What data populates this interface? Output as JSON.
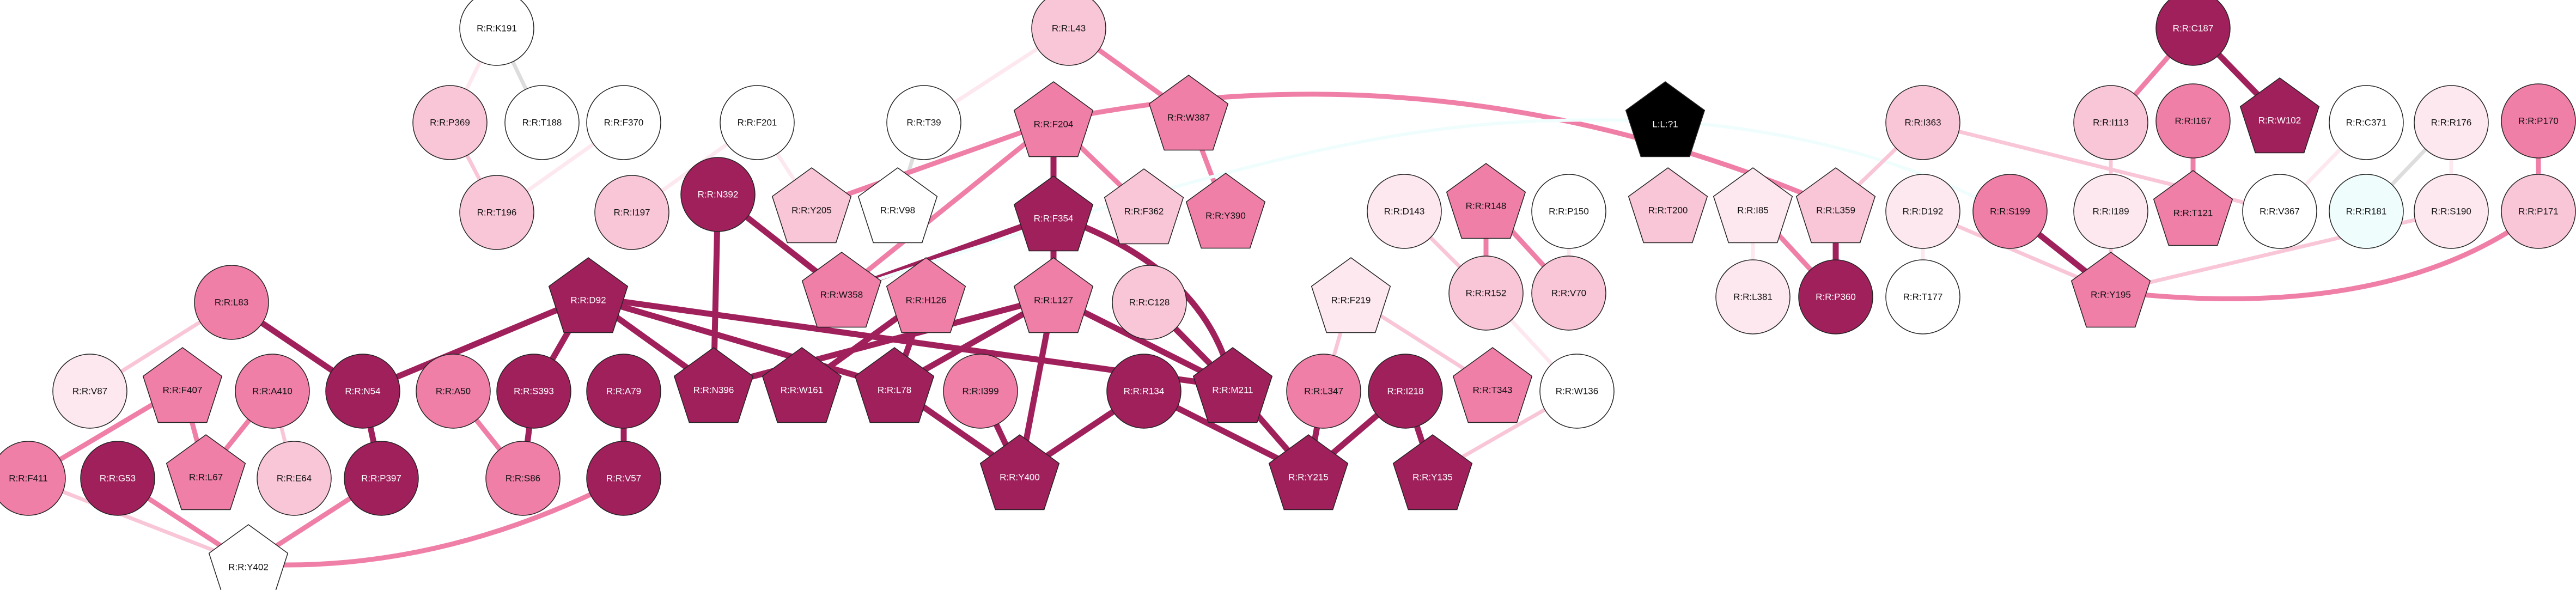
{
  "palette": {
    "c0": "#ffffff",
    "c1": "#fde8ef",
    "c2": "#f9c6d8",
    "c3": "#f07fa8",
    "c4": "#a0205c",
    "black": "#000000",
    "cyan": "#effdfd"
  },
  "nodes": [
    {
      "id": "K191",
      "label": "R:R:K191",
      "shape": "circle",
      "fill": "c0",
      "text": "dark"
    },
    {
      "id": "P369",
      "label": "R:R:P369",
      "shape": "circle",
      "fill": "c2",
      "text": "dark"
    },
    {
      "id": "T188",
      "label": "R:R:T188",
      "shape": "circle",
      "fill": "c0",
      "text": "dark"
    },
    {
      "id": "T196",
      "label": "R:R:T196",
      "shape": "circle",
      "fill": "c2",
      "text": "dark"
    },
    {
      "id": "F370",
      "label": "R:R:F370",
      "shape": "circle",
      "fill": "c0",
      "text": "dark"
    },
    {
      "id": "I197",
      "label": "R:R:I197",
      "shape": "circle",
      "fill": "c2",
      "text": "dark"
    },
    {
      "id": "F201",
      "label": "R:R:F201",
      "shape": "circle",
      "fill": "c0",
      "text": "dark"
    },
    {
      "id": "Y205",
      "label": "R:R:Y205",
      "shape": "pentagon",
      "fill": "c2",
      "text": "dark"
    },
    {
      "id": "N392",
      "label": "R:R:N392",
      "shape": "circle",
      "fill": "c4",
      "text": "light"
    },
    {
      "id": "T39",
      "label": "R:R:T39",
      "shape": "circle",
      "fill": "c0",
      "text": "dark"
    },
    {
      "id": "V98",
      "label": "R:R:V98",
      "shape": "pentagon",
      "fill": "c0",
      "text": "dark"
    },
    {
      "id": "L43",
      "label": "R:R:L43",
      "shape": "circle",
      "fill": "c2",
      "text": "dark"
    },
    {
      "id": "F204",
      "label": "R:R:F204",
      "shape": "pentagon",
      "fill": "c3",
      "text": "dark"
    },
    {
      "id": "W387",
      "label": "R:R:W387",
      "shape": "pentagon",
      "fill": "c3",
      "text": "dark"
    },
    {
      "id": "F354",
      "label": "R:R:F354",
      "shape": "pentagon",
      "fill": "c4",
      "text": "light"
    },
    {
      "id": "F362",
      "label": "R:R:F362",
      "shape": "pentagon",
      "fill": "c2",
      "text": "dark"
    },
    {
      "id": "Y390",
      "label": "R:R:Y390",
      "shape": "pentagon",
      "fill": "c3",
      "text": "dark"
    },
    {
      "id": "W358",
      "label": "R:R:W358",
      "shape": "pentagon",
      "fill": "c3",
      "text": "dark"
    },
    {
      "id": "LIG",
      "label": "L:L:?1",
      "shape": "pentagon",
      "fill": "black",
      "text": "light"
    },
    {
      "id": "D143",
      "label": "R:R:D143",
      "shape": "circle",
      "fill": "c1",
      "text": "dark"
    },
    {
      "id": "R148",
      "label": "R:R:R148",
      "shape": "pentagon",
      "fill": "c3",
      "text": "dark"
    },
    {
      "id": "P150",
      "label": "R:R:P150",
      "shape": "circle",
      "fill": "c0",
      "text": "dark"
    },
    {
      "id": "T200",
      "label": "R:R:T200",
      "shape": "pentagon",
      "fill": "c2",
      "text": "dark"
    },
    {
      "id": "I85",
      "label": "R:R:I85",
      "shape": "pentagon",
      "fill": "c1",
      "text": "dark"
    },
    {
      "id": "I363",
      "label": "R:R:I363",
      "shape": "circle",
      "fill": "c2",
      "text": "dark"
    },
    {
      "id": "L359",
      "label": "R:R:L359",
      "shape": "pentagon",
      "fill": "c2",
      "text": "dark"
    },
    {
      "id": "R152",
      "label": "R:R:R152",
      "shape": "circle",
      "fill": "c2",
      "text": "dark"
    },
    {
      "id": "V70",
      "label": "R:R:V70",
      "shape": "circle",
      "fill": "c2",
      "text": "dark"
    },
    {
      "id": "L381",
      "label": "R:R:L381",
      "shape": "circle",
      "fill": "c1",
      "text": "dark"
    },
    {
      "id": "P360",
      "label": "R:R:P360",
      "shape": "circle",
      "fill": "c4",
      "text": "light"
    },
    {
      "id": "C187",
      "label": "R:R:C187",
      "shape": "circle",
      "fill": "c4",
      "text": "light"
    },
    {
      "id": "I113",
      "label": "R:R:I113",
      "shape": "circle",
      "fill": "c2",
      "text": "dark"
    },
    {
      "id": "I167",
      "label": "R:R:I167",
      "shape": "circle",
      "fill": "c3",
      "text": "dark"
    },
    {
      "id": "W102",
      "label": "R:R:W102",
      "shape": "pentagon",
      "fill": "c4",
      "text": "light"
    },
    {
      "id": "C371",
      "label": "R:R:C371",
      "shape": "circle",
      "fill": "c0",
      "text": "dark"
    },
    {
      "id": "R176",
      "label": "R:R:R176",
      "shape": "circle",
      "fill": "c1",
      "text": "dark"
    },
    {
      "id": "P170",
      "label": "R:R:P170",
      "shape": "circle",
      "fill": "c3",
      "text": "dark"
    },
    {
      "id": "D192",
      "label": "R:R:D192",
      "shape": "circle",
      "fill": "c1",
      "text": "dark"
    },
    {
      "id": "S199",
      "label": "R:R:S199",
      "shape": "circle",
      "fill": "c3",
      "text": "dark"
    },
    {
      "id": "I189",
      "label": "R:R:I189",
      "shape": "circle",
      "fill": "c1",
      "text": "dark"
    },
    {
      "id": "T121",
      "label": "R:R:T121",
      "shape": "pentagon",
      "fill": "c3",
      "text": "dark"
    },
    {
      "id": "V367",
      "label": "R:R:V367",
      "shape": "circle",
      "fill": "c0",
      "text": "dark"
    },
    {
      "id": "R181",
      "label": "R:R:R181",
      "shape": "circle",
      "fill": "cyan",
      "text": "dark"
    },
    {
      "id": "S190",
      "label": "R:R:S190",
      "shape": "circle",
      "fill": "c1",
      "text": "dark"
    },
    {
      "id": "P171",
      "label": "R:R:P171",
      "shape": "circle",
      "fill": "c2",
      "text": "dark"
    },
    {
      "id": "T177",
      "label": "R:R:T177",
      "shape": "circle",
      "fill": "c0",
      "text": "dark"
    },
    {
      "id": "Y195",
      "label": "R:R:Y195",
      "shape": "pentagon",
      "fill": "c3",
      "text": "dark"
    },
    {
      "id": "L83",
      "label": "R:R:L83",
      "shape": "circle",
      "fill": "c3",
      "text": "dark"
    },
    {
      "id": "D92",
      "label": "R:R:D92",
      "shape": "pentagon",
      "fill": "c4",
      "text": "light"
    },
    {
      "id": "H126",
      "label": "R:R:H126",
      "shape": "pentagon",
      "fill": "c3",
      "text": "dark"
    },
    {
      "id": "L127",
      "label": "R:R:L127",
      "shape": "pentagon",
      "fill": "c3",
      "text": "dark"
    },
    {
      "id": "C128",
      "label": "R:R:C128",
      "shape": "circle",
      "fill": "c2",
      "text": "dark"
    },
    {
      "id": "F219",
      "label": "R:R:F219",
      "shape": "pentagon",
      "fill": "c1",
      "text": "dark"
    },
    {
      "id": "V87",
      "label": "R:R:V87",
      "shape": "circle",
      "fill": "c1",
      "text": "dark"
    },
    {
      "id": "F407",
      "label": "R:R:F407",
      "shape": "pentagon",
      "fill": "c3",
      "text": "dark"
    },
    {
      "id": "A410",
      "label": "R:R:A410",
      "shape": "circle",
      "fill": "c3",
      "text": "dark"
    },
    {
      "id": "N54",
      "label": "R:R:N54",
      "shape": "circle",
      "fill": "c4",
      "text": "light"
    },
    {
      "id": "A50",
      "label": "R:R:A50",
      "shape": "circle",
      "fill": "c3",
      "text": "dark"
    },
    {
      "id": "S393",
      "label": "R:R:S393",
      "shape": "circle",
      "fill": "c4",
      "text": "light"
    },
    {
      "id": "A79",
      "label": "R:R:A79",
      "shape": "circle",
      "fill": "c4",
      "text": "light"
    },
    {
      "id": "N396",
      "label": "R:R:N396",
      "shape": "pentagon",
      "fill": "c4",
      "text": "light"
    },
    {
      "id": "W161",
      "label": "R:R:W161",
      "shape": "pentagon",
      "fill": "c4",
      "text": "light"
    },
    {
      "id": "L78",
      "label": "R:R:L78",
      "shape": "pentagon",
      "fill": "c4",
      "text": "light"
    },
    {
      "id": "I399",
      "label": "R:R:I399",
      "shape": "circle",
      "fill": "c3",
      "text": "dark"
    },
    {
      "id": "R134",
      "label": "R:R:R134",
      "shape": "circle",
      "fill": "c4",
      "text": "light"
    },
    {
      "id": "M211",
      "label": "R:R:M211",
      "shape": "pentagon",
      "fill": "c4",
      "text": "light"
    },
    {
      "id": "L347",
      "label": "R:R:L347",
      "shape": "circle",
      "fill": "c3",
      "text": "dark"
    },
    {
      "id": "I218",
      "label": "R:R:I218",
      "shape": "circle",
      "fill": "c4",
      "text": "light"
    },
    {
      "id": "T343",
      "label": "R:R:T343",
      "shape": "pentagon",
      "fill": "c3",
      "text": "dark"
    },
    {
      "id": "W136",
      "label": "R:R:W136",
      "shape": "circle",
      "fill": "c0",
      "text": "dark"
    },
    {
      "id": "F411",
      "label": "R:R:F411",
      "shape": "circle",
      "fill": "c3",
      "text": "dark"
    },
    {
      "id": "G53",
      "label": "R:R:G53",
      "shape": "circle",
      "fill": "c4",
      "text": "light"
    },
    {
      "id": "L67",
      "label": "R:R:L67",
      "shape": "pentagon",
      "fill": "c3",
      "text": "dark"
    },
    {
      "id": "E64",
      "label": "R:R:E64",
      "shape": "circle",
      "fill": "c2",
      "text": "dark"
    },
    {
      "id": "P397",
      "label": "R:R:P397",
      "shape": "circle",
      "fill": "c4",
      "text": "light"
    },
    {
      "id": "S86",
      "label": "R:R:S86",
      "shape": "circle",
      "fill": "c3",
      "text": "dark"
    },
    {
      "id": "V57",
      "label": "R:R:V57",
      "shape": "circle",
      "fill": "c4",
      "text": "light"
    },
    {
      "id": "Y400",
      "label": "R:R:Y400",
      "shape": "pentagon",
      "fill": "c4",
      "text": "light"
    },
    {
      "id": "Y215",
      "label": "R:R:Y215",
      "shape": "pentagon",
      "fill": "c4",
      "text": "light"
    },
    {
      "id": "Y135",
      "label": "R:R:Y135",
      "shape": "pentagon",
      "fill": "c4",
      "text": "light"
    },
    {
      "id": "Y402",
      "label": "R:R:Y402",
      "shape": "pentagon",
      "fill": "c0",
      "text": "dark"
    }
  ],
  "edges": [
    {
      "from": "K191",
      "to": "P369",
      "color": "c1"
    },
    {
      "from": "K191",
      "to": "T188",
      "color": "#dddddd"
    },
    {
      "from": "P369",
      "to": "T196",
      "color": "c2"
    },
    {
      "from": "F370",
      "to": "T196",
      "color": "c1"
    },
    {
      "from": "F201",
      "to": "I197",
      "color": "c1"
    },
    {
      "from": "F201",
      "to": "Y205",
      "color": "c1"
    },
    {
      "from": "T39",
      "to": "V98",
      "color": "#dddddd"
    },
    {
      "from": "L43",
      "to": "T39",
      "color": "c1"
    },
    {
      "from": "L43",
      "to": "W387",
      "color": "c3"
    },
    {
      "from": "W387",
      "to": "Y390",
      "color": "c3"
    },
    {
      "from": "F204",
      "to": "Y205",
      "color": "c3"
    },
    {
      "from": "F204",
      "to": "F354",
      "color": "c4"
    },
    {
      "from": "F204",
      "to": "F362",
      "color": "c3"
    },
    {
      "from": "F204",
      "to": "W358",
      "color": "c3"
    },
    {
      "from": "F204",
      "to": "L359",
      "color": "c3",
      "curve": "arc"
    },
    {
      "from": "F354",
      "to": "W358",
      "color": "c4"
    },
    {
      "from": "F354",
      "to": "L127",
      "color": "c4"
    },
    {
      "from": "F354",
      "to": "M211",
      "color": "c4",
      "curve": "bend"
    },
    {
      "from": "N392",
      "to": "W358",
      "color": "c4"
    },
    {
      "from": "N392",
      "to": "N396",
      "color": "c4"
    },
    {
      "from": "LIG",
      "to": "W358",
      "color": "cyan",
      "curve": "ligand"
    },
    {
      "from": "LIG",
      "to": "Y195",
      "color": "cyan",
      "curve": "ligand2"
    },
    {
      "from": "R148",
      "to": "R152",
      "color": "c3"
    },
    {
      "from": "R148",
      "to": "V70",
      "color": "c3"
    },
    {
      "from": "D143",
      "to": "R152",
      "color": "c2"
    },
    {
      "from": "P150",
      "to": "V70",
      "color": "c1"
    },
    {
      "from": "R152",
      "to": "W136",
      "color": "c1"
    },
    {
      "from": "I85",
      "to": "P360",
      "color": "c3"
    },
    {
      "from": "I85",
      "to": "L381",
      "color": "c1"
    },
    {
      "from": "L359",
      "to": "P360",
      "color": "c4"
    },
    {
      "from": "I363",
      "to": "L359",
      "color": "c2"
    },
    {
      "from": "I363",
      "to": "V367",
      "color": "c2"
    },
    {
      "from": "C187",
      "to": "I113",
      "color": "c3"
    },
    {
      "from": "C187",
      "to": "W102",
      "color": "c4"
    },
    {
      "from": "I113",
      "to": "I189",
      "color": "c2"
    },
    {
      "from": "I167",
      "to": "T121",
      "color": "c3"
    },
    {
      "from": "C371",
      "to": "V367",
      "color": "c1"
    },
    {
      "from": "R176",
      "to": "R181",
      "color": "#dddddd"
    },
    {
      "from": "R176",
      "to": "S190",
      "color": "c1"
    },
    {
      "from": "P170",
      "to": "P171",
      "color": "c3"
    },
    {
      "from": "D192",
      "to": "T177",
      "color": "c1"
    },
    {
      "from": "D192",
      "to": "Y195",
      "color": "c2"
    },
    {
      "from": "S199",
      "to": "Y195",
      "color": "c4"
    },
    {
      "from": "I189",
      "to": "Y195",
      "color": "c2"
    },
    {
      "from": "S190",
      "to": "Y195",
      "color": "c2"
    },
    {
      "from": "P171",
      "to": "Y195",
      "color": "c3",
      "curve": "arc2"
    },
    {
      "from": "L83",
      "to": "V87",
      "color": "c2"
    },
    {
      "from": "L83",
      "to": "N54",
      "color": "c4"
    },
    {
      "from": "D92",
      "to": "N54",
      "color": "c4"
    },
    {
      "from": "D92",
      "to": "S393",
      "color": "c4"
    },
    {
      "from": "D92",
      "to": "N396",
      "color": "c4"
    },
    {
      "from": "D92",
      "to": "L78",
      "color": "c4"
    },
    {
      "from": "D92",
      "to": "M211",
      "color": "c4"
    },
    {
      "from": "H126",
      "to": "W161",
      "color": "c4"
    },
    {
      "from": "H126",
      "to": "L78",
      "color": "c4"
    },
    {
      "from": "L127",
      "to": "N396",
      "color": "c4"
    },
    {
      "from": "L127",
      "to": "L78",
      "color": "c4"
    },
    {
      "from": "L127",
      "to": "Y400",
      "color": "c4"
    },
    {
      "from": "L127",
      "to": "M211",
      "color": "c4"
    },
    {
      "from": "C128",
      "to": "M211",
      "color": "c4"
    },
    {
      "from": "F219",
      "to": "L347",
      "color": "c2"
    },
    {
      "from": "F219",
      "to": "T343",
      "color": "c2"
    },
    {
      "from": "F407",
      "to": "F411",
      "color": "c3"
    },
    {
      "from": "F407",
      "to": "L67",
      "color": "c3"
    },
    {
      "from": "A410",
      "to": "L67",
      "color": "c3"
    },
    {
      "from": "A410",
      "to": "E64",
      "color": "c2"
    },
    {
      "from": "N54",
      "to": "P397",
      "color": "c4"
    },
    {
      "from": "A50",
      "to": "S86",
      "color": "c3"
    },
    {
      "from": "S393",
      "to": "S86",
      "color": "c4"
    },
    {
      "from": "A79",
      "to": "V57",
      "color": "c4"
    },
    {
      "from": "L78",
      "to": "Y400",
      "color": "c4"
    },
    {
      "from": "I399",
      "to": "Y400",
      "color": "c4"
    },
    {
      "from": "R134",
      "to": "Y400",
      "color": "c4"
    },
    {
      "from": "R134",
      "to": "Y215",
      "color": "c4"
    },
    {
      "from": "M211",
      "to": "Y215",
      "color": "c4"
    },
    {
      "from": "L347",
      "to": "Y215",
      "color": "c4"
    },
    {
      "from": "I218",
      "to": "Y215",
      "color": "c4"
    },
    {
      "from": "I218",
      "to": "Y135",
      "color": "c4"
    },
    {
      "from": "W136",
      "to": "Y135",
      "color": "c2"
    },
    {
      "from": "F411",
      "to": "Y402",
      "color": "c2"
    },
    {
      "from": "G53",
      "to": "Y402",
      "color": "c3"
    },
    {
      "from": "P397",
      "to": "Y402",
      "color": "c3"
    },
    {
      "from": "V57",
      "to": "Y402",
      "color": "c3",
      "curve": "long"
    }
  ]
}
